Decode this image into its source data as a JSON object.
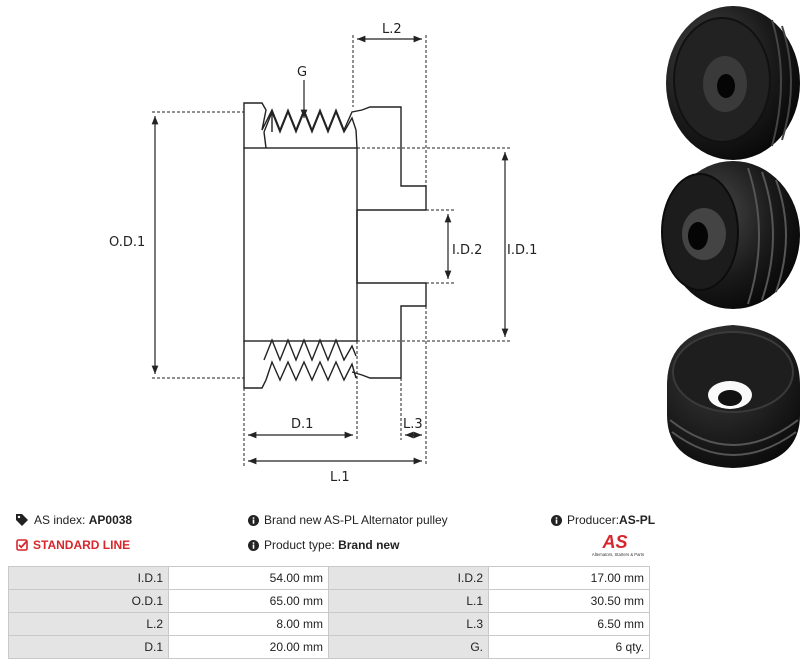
{
  "diagram": {
    "labels": {
      "L2": "L.2",
      "G": "G",
      "OD1": "O.D.1",
      "ID2": "I.D.2",
      "ID1": "I.D.1",
      "D1": "D.1",
      "L3": "L.3",
      "L1": "L.1"
    }
  },
  "info": {
    "as_index_label": "AS index:",
    "as_index_value": "AP0038",
    "standard_line": "STANDARD LINE",
    "description": "Brand new AS-PL Alternator pulley",
    "product_type_label": "Product type:",
    "product_type_value": "Brand new",
    "producer_label": "Producer:",
    "producer_value": "AS-PL",
    "logo_text": "AS",
    "logo_subtext": "Alternators, Starters & Parts"
  },
  "specs": {
    "rows": [
      {
        "l1": "I.D.1",
        "v1": "54.00 mm",
        "l2": "I.D.2",
        "v2": "17.00 mm"
      },
      {
        "l1": "O.D.1",
        "v1": "65.00 mm",
        "l2": "L.1",
        "v2": "30.50 mm"
      },
      {
        "l1": "L.2",
        "v1": "8.00 mm",
        "l2": "L.3",
        "v2": "6.50 mm"
      },
      {
        "l1": "D.1",
        "v1": "20.00 mm",
        "l2": "G.",
        "v2": "6 qty."
      }
    ]
  },
  "colors": {
    "accent_red": "#d7262c",
    "table_label_bg": "#e4e4e4",
    "table_border": "#c9c9c9"
  }
}
